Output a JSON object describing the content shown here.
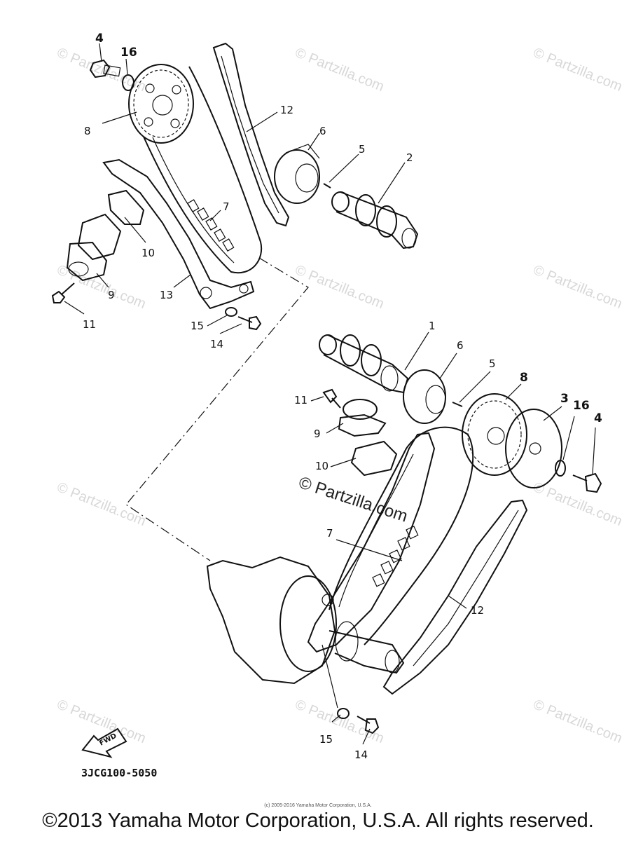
{
  "watermarks": {
    "text": "© Partzilla.com",
    "center_text": "© Partzilla.com"
  },
  "callouts": {
    "top": {
      "c4": "4",
      "c16": "16",
      "c8": "8",
      "c12": "12",
      "c6": "6",
      "c5": "5",
      "c2": "2",
      "c7": "7",
      "c10": "10",
      "c13": "13",
      "c9": "9",
      "c11": "11",
      "c15": "15",
      "c14": "14"
    },
    "bottom": {
      "c1": "1",
      "c6": "6",
      "c5": "5",
      "c8": "8",
      "c3": "3",
      "c16": "16",
      "c4": "4",
      "c11": "11",
      "c9": "9",
      "c10": "10",
      "c7": "7",
      "c12": "12",
      "c15": "15",
      "c14": "14"
    }
  },
  "fwd_label": "FWD",
  "diagram_code": "3JCG100-5050",
  "small_copyright": "(c) 2005-2016 Yamaha Motor Corporation, U.S.A.",
  "copyright": "©2013 Yamaha Motor Corporation, U.S.A. All rights reserved."
}
